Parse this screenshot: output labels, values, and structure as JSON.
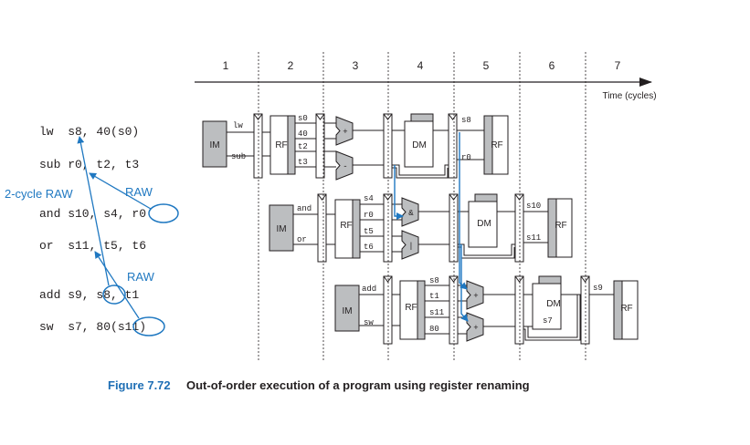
{
  "cycles": [
    "1",
    "2",
    "3",
    "4",
    "5",
    "6",
    "7"
  ],
  "axis_label": "Time (cycles)",
  "program": [
    "lw  s8, 40(s0)",
    "sub r0, t2, t3",
    "and s10, s4, r0",
    "or  s11, t5, t6",
    "add s9, s8, t1",
    "sw  s7, 80(s11)"
  ],
  "annotations": {
    "two_cycle_raw": "2-cycle RAW",
    "raw_1": "RAW",
    "raw_2": "RAW"
  },
  "units": {
    "im": "IM",
    "rf": "RF",
    "dm": "DM",
    "and_op": "&",
    "or_op": "|",
    "add_op": "+",
    "sub_op": "-"
  },
  "pipe1": {
    "dec_top": "lw",
    "dec_bot": "sub",
    "rf_in": [
      "s0",
      "40",
      "t2",
      "t3"
    ],
    "wb_top": "s8",
    "wb_bot": "r0"
  },
  "pipe2": {
    "dec_top": "and",
    "dec_bot": "or",
    "rf_in": [
      "s4",
      "r0",
      "t5",
      "t6"
    ],
    "wb_top": "s10",
    "wb_bot": "s11"
  },
  "pipe3": {
    "dec_top": "add",
    "dec_bot": "sw",
    "rf_in": [
      "s8",
      "t1",
      "s11",
      "80"
    ],
    "dm_reg": "s7",
    "wb_top": "s9"
  },
  "caption": {
    "figure": "Figure 7.72",
    "text": "Out-of-order execution of a program using register renaming"
  },
  "colors": {
    "accent": "#1f78c1",
    "unit_fill": "#bcbec0",
    "line": "#231f20"
  }
}
